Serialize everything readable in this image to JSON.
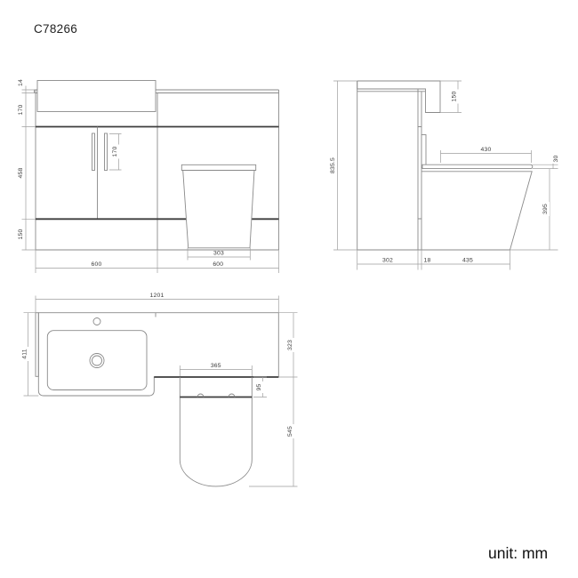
{
  "title": "C78266",
  "unit_label": "unit: mm",
  "colors": {
    "background": "#ffffff",
    "line": "#8a8a8a",
    "dark_line": "#3d3d3d",
    "dimension_line": "#9f9f9f",
    "text": "#3a3a3a"
  },
  "views": {
    "front_elevation": {
      "dims": {
        "worktop_thickness": "14",
        "upper_section_height": "170",
        "door_height": "458",
        "plinth_height": "150",
        "handle_length": "170",
        "pan_base_width": "303",
        "vanity_width": "600",
        "wc_unit_width": "600"
      }
    },
    "side_elevation": {
      "dims": {
        "overall_height": "835.5",
        "basin_height": "150",
        "seat_depth": "430",
        "seat_thickness": "30",
        "pan_height": "395",
        "cabinet_depth": "302",
        "gap": "18",
        "pan_projection": "435"
      }
    },
    "plan": {
      "dims": {
        "overall_width": "1201",
        "basin_unit_depth": "411",
        "worktop_depth": "323",
        "pan_width": "365",
        "seat_setback": "95",
        "pan_projection": "545"
      }
    }
  }
}
